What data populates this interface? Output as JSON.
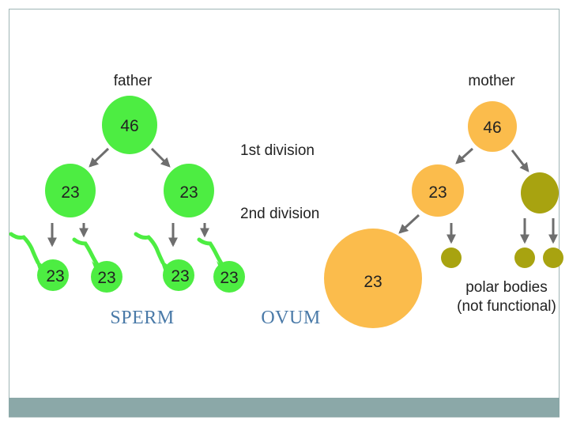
{
  "labels": {
    "father": "father",
    "mother": "mother",
    "first_division": "1st division",
    "second_division": "2nd division",
    "sperm": "SPERM",
    "ovum": "OVUM",
    "polar_bodies": "polar bodies",
    "not_functional": "(not functional)"
  },
  "counts": {
    "father_cell": "46",
    "mother_cell": "46",
    "father_daughter_1": "23",
    "father_daughter_2": "23",
    "mother_daughter": "23",
    "sperm_1": "23",
    "sperm_2": "23",
    "sperm_3": "23",
    "sperm_4": "23",
    "ovum": "23"
  },
  "colors": {
    "sperm_green": "#4ded42",
    "egg_orange": "#fbbc4c",
    "polar_olive": "#a8a310",
    "accent_blue": "#4a7aa8",
    "footer_bar": "#8ba8a8"
  }
}
